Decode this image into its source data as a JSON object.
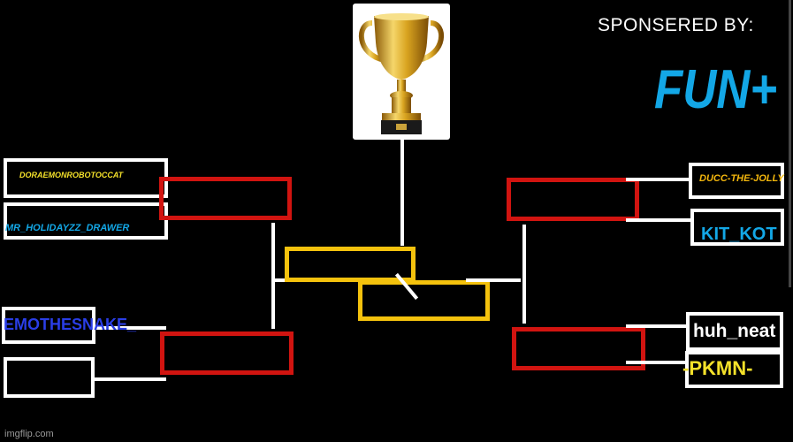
{
  "sponsor": {
    "label": "SPONSERED BY:",
    "name": "FUN+",
    "color": "#13a7e6"
  },
  "trophy": {
    "icon": "trophy-icon"
  },
  "players": {
    "left_top": {
      "name": "DORAEMONROBOTOCCAT",
      "color": "#f4e12a"
    },
    "left_second": {
      "name": "MR_HOLIDAYZZ_DRAWER",
      "color": "#13a7e6"
    },
    "left_third": {
      "name": "EMOTHESNAKE_",
      "color": "#2a3ee6"
    },
    "left_bottom": {
      "name": ""
    },
    "right_top": {
      "name": "DUCC-THE-JOLLY",
      "color": "#f4b70d"
    },
    "right_second": {
      "name": "KIT_KOT",
      "color": "#13a7e6"
    },
    "right_third": {
      "name": "huh_neat",
      "color": "#ffffff"
    },
    "right_bottom": {
      "name": "-PKMN-",
      "color": "#f4e12a"
    }
  },
  "colors": {
    "round1_box": "#ffffff",
    "semifinal_box": "#d11410",
    "final_box": "#f4c20d"
  },
  "watermark": "imgflip.com"
}
